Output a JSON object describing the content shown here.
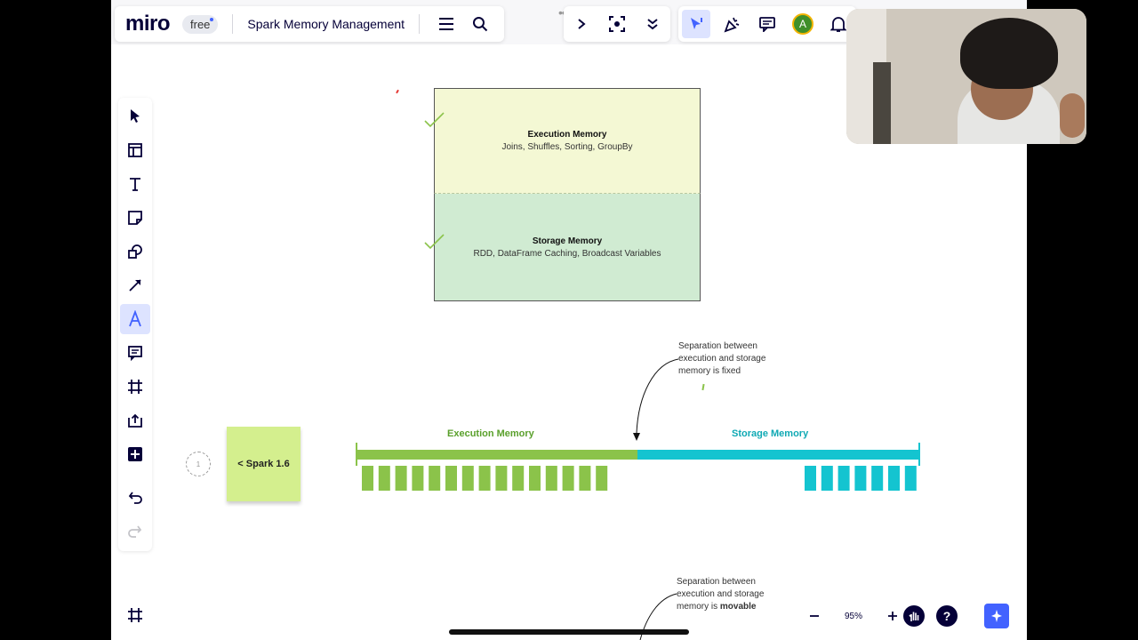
{
  "app": {
    "logo": "miro",
    "plan": "free",
    "board_title": "Spark Memory Management"
  },
  "toolbar_right": {
    "avatar_letter": "A"
  },
  "left_toolbar": {
    "tools": [
      "select-tool",
      "templates-tool",
      "text-tool",
      "sticky-note-tool",
      "shapes-tool",
      "connector-tool",
      "pen-tool",
      "comment-tool",
      "frame-tool",
      "upload-tool",
      "add-tool",
      "undo",
      "redo"
    ],
    "active": "pen-tool"
  },
  "diagram": {
    "top_box": {
      "title": "Execution Memory",
      "subtitle": "Joins, Shuffles, Sorting, GroupBy"
    },
    "bottom_box": {
      "title": "Storage Memory",
      "subtitle": "RDD, DataFrame Caching, Broadcast Variables"
    },
    "note_fixed": "Separation between execution and storage memory is fixed",
    "note_movable_prefix": "Separation between execution and storage memory is",
    "note_movable_bold": "movable",
    "sticky": {
      "text": "< Spark 1.6",
      "badge": "1"
    },
    "bar": {
      "left_label": "Execution Memory",
      "right_label": "Storage Memory",
      "left_blocks": 15,
      "right_blocks": 7
    },
    "colors": {
      "exec_green": "#8bc34a",
      "storage_cyan": "#14c4d0",
      "exec_box": "#f4f8d4",
      "storage_box": "#d0ebd2",
      "sticky": "#d4ef8e"
    }
  },
  "zoom": {
    "level": "95%"
  }
}
